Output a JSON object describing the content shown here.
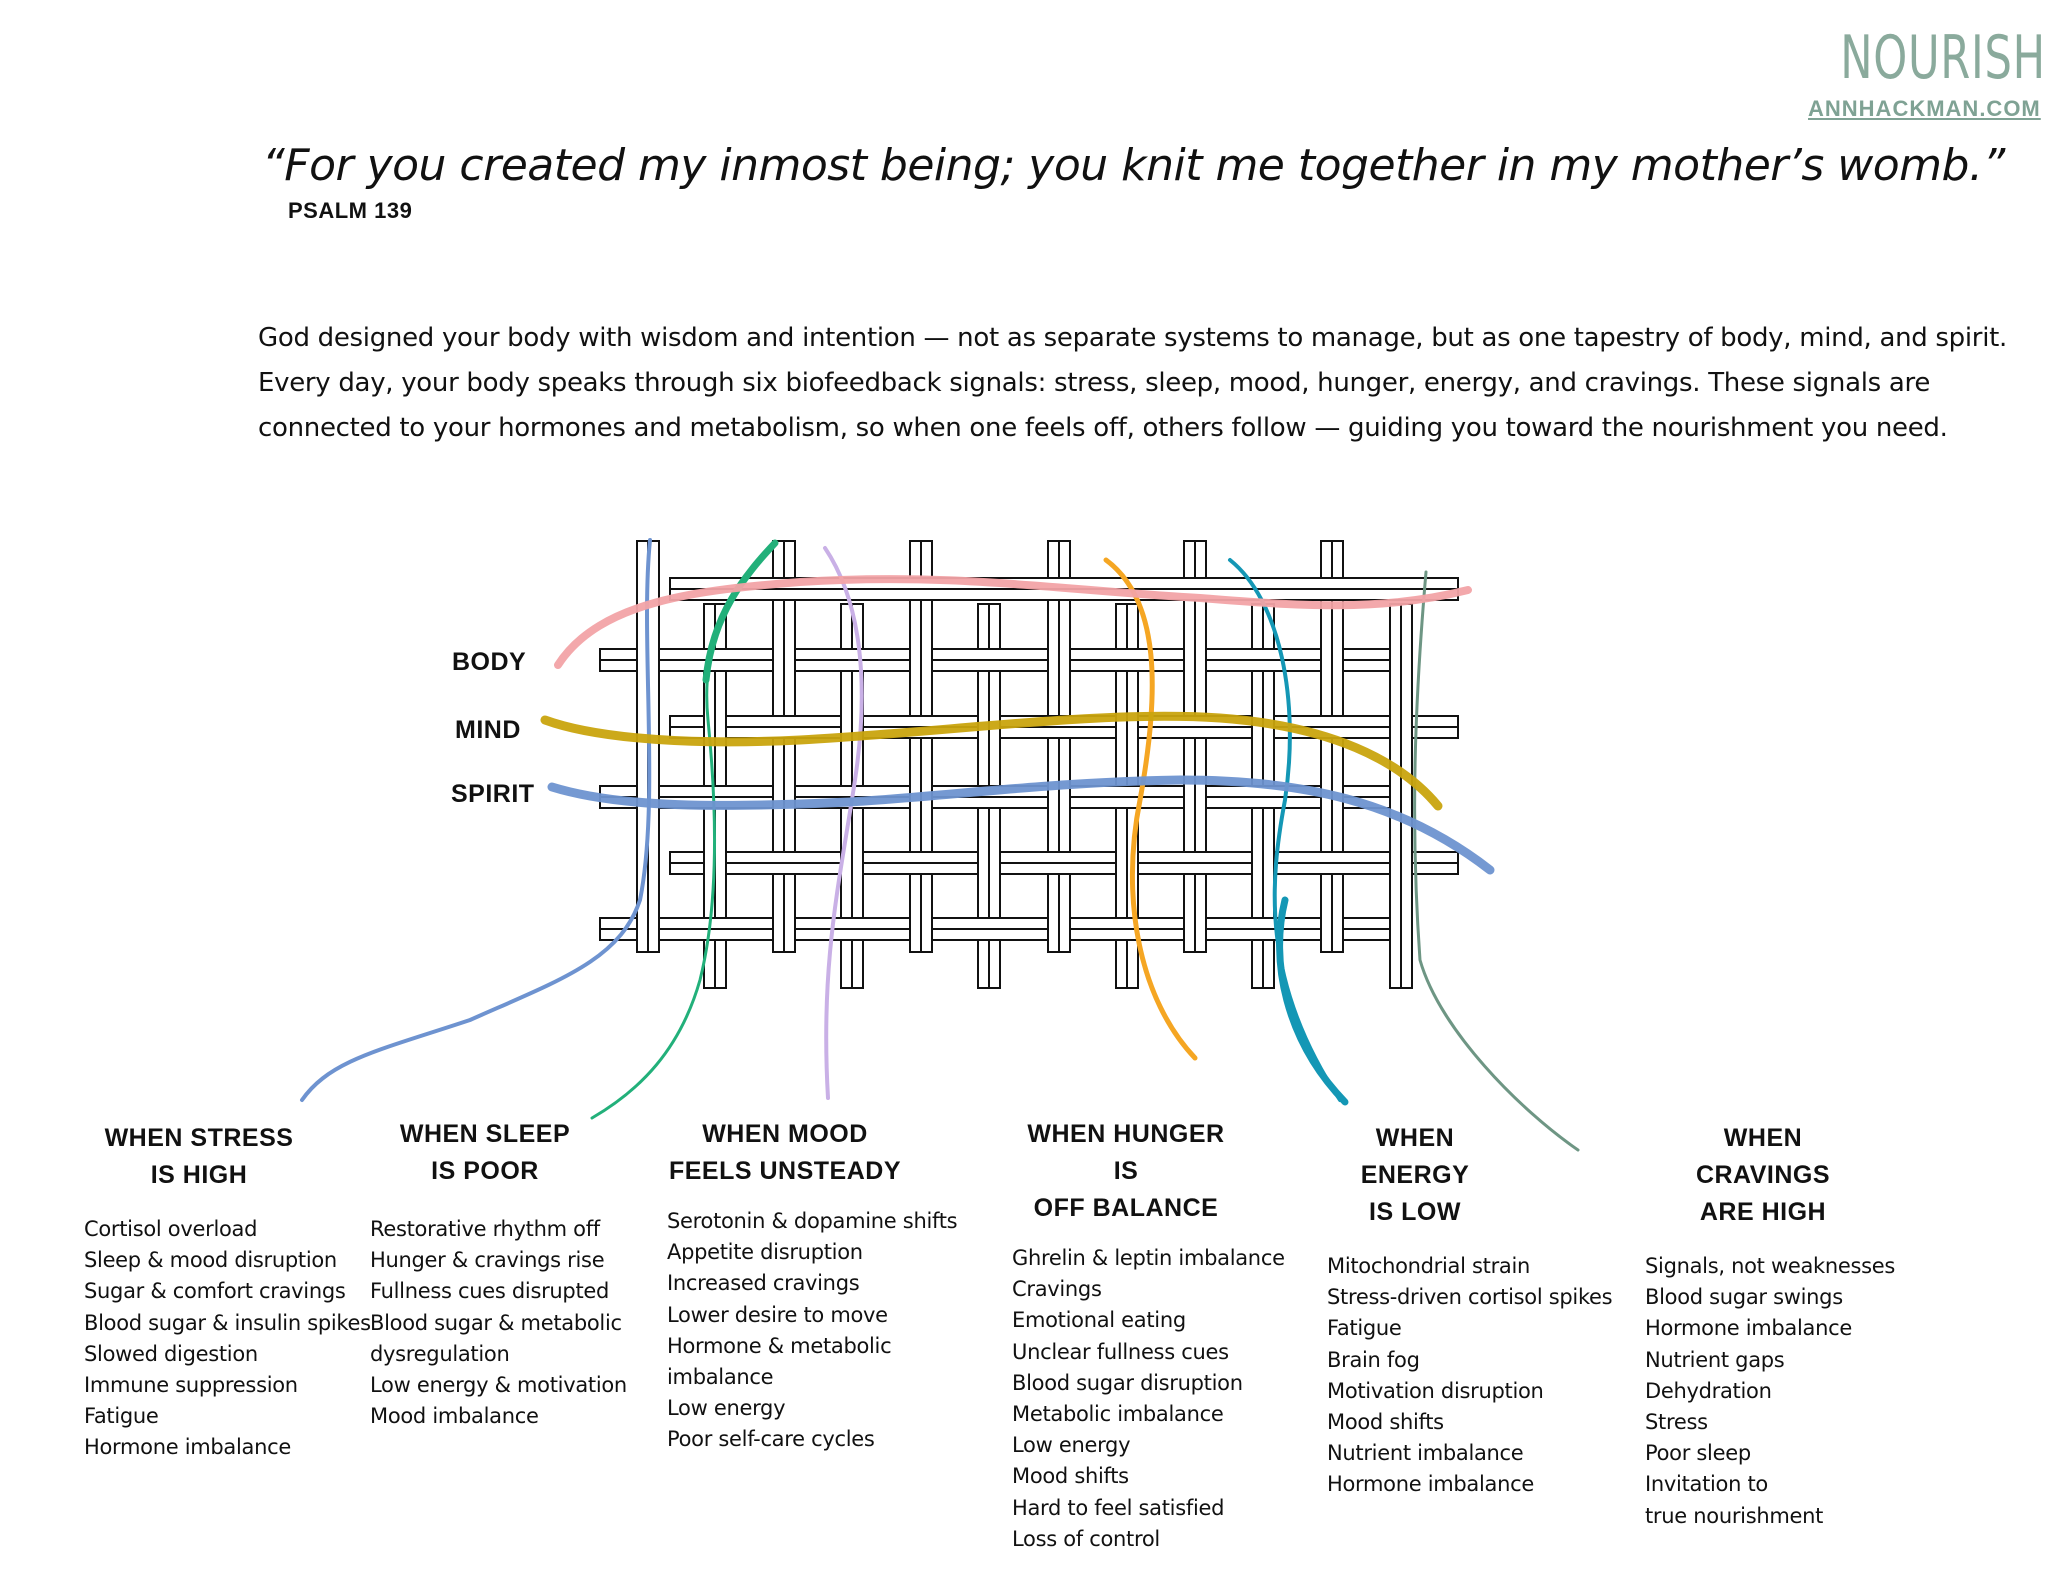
{
  "brand": {
    "name": "NOURISH",
    "url": "ANNHACKMAN.COM",
    "color": "#8aaa9c"
  },
  "quote": {
    "text": "“For you created my inmost being; you knit me together in my mother’s womb.”",
    "reference": "PSALM 139"
  },
  "intro": {
    "lines": [
      "God designed your body with wisdom and intention — not as separate systems to manage, but as one tapestry of body, mind, and spirit.",
      "Every day, your body speaks through six biofeedback signals: stress, sleep, mood, hunger, energy, and cravings. These signals are",
      "connected to your hormones and metabolism, so when one feels off, others follow — guiding you toward the nourishment you need."
    ]
  },
  "strands": [
    {
      "label": "BODY",
      "color": "#f2a3a6"
    },
    {
      "label": "MIND",
      "color": "#c9a40e"
    },
    {
      "label": "SPIRIT",
      "color": "#6e93d0"
    }
  ],
  "signal_colors": {
    "stress": "#6e93d0",
    "sleep": "#22b07a",
    "mood": "#c9b0e6",
    "hunger": "#f5a623",
    "energy": "#1497b5",
    "cravings": "#6e9684"
  },
  "columns": [
    {
      "id": "stress",
      "title": [
        "WHEN STRESS",
        "IS HIGH"
      ],
      "items": [
        "Cortisol overload",
        "Sleep & mood disruption",
        "Sugar & comfort cravings",
        "Blood sugar & insulin spikes",
        "Slowed digestion",
        "Immune suppression",
        "Fatigue",
        "Hormone imbalance"
      ]
    },
    {
      "id": "sleep",
      "title": [
        "WHEN SLEEP",
        "IS POOR"
      ],
      "items": [
        "Restorative rhythm off",
        "Hunger & cravings rise",
        "Fullness cues disrupted",
        "Blood sugar & metabolic",
        "dysregulation",
        "Low energy & motivation",
        "Mood imbalance"
      ]
    },
    {
      "id": "mood",
      "title": [
        "WHEN MOOD",
        "FEELS UNSTEADY"
      ],
      "items": [
        "Serotonin & dopamine shifts",
        "Appetite disruption",
        "Increased cravings",
        "Lower desire to move",
        "Hormone & metabolic",
        "imbalance",
        "Low energy",
        "Poor self-care cycles"
      ]
    },
    {
      "id": "hunger",
      "title": [
        "WHEN HUNGER IS",
        "OFF BALANCE"
      ],
      "items": [
        "Ghrelin & leptin imbalance",
        "Cravings",
        "Emotional eating",
        "Unclear fullness cues",
        "Blood sugar disruption",
        "Metabolic imbalance",
        "Low energy",
        "Mood shifts",
        "Hard to feel satisfied",
        "Loss of control"
      ]
    },
    {
      "id": "energy",
      "title": [
        "WHEN ENERGY",
        "IS LOW"
      ],
      "items": [
        "Mitochondrial strain",
        "Stress-driven cortisol spikes",
        "Fatigue",
        "Brain fog",
        "Motivation disruption",
        "Mood shifts",
        "Nutrient imbalance",
        "Hormone imbalance"
      ]
    },
    {
      "id": "cravings",
      "title": [
        "WHEN CRAVINGS",
        "ARE HIGH"
      ],
      "items": [
        "Signals, not weaknesses",
        "Blood sugar swings",
        "Hormone imbalance",
        "Nutrient gaps",
        "Dehydration",
        "Stress",
        "Poor sleep",
        "Invitation to",
        "true nourishment"
      ]
    }
  ]
}
